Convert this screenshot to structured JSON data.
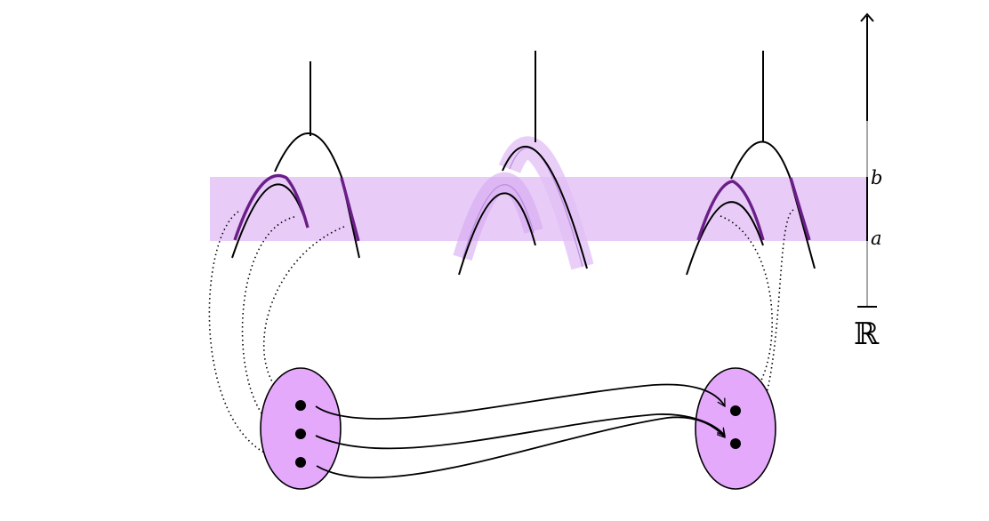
{
  "axis": {
    "label_a": "a",
    "label_b": "b",
    "label_reals": "ℝ"
  },
  "colors": {
    "band": "#e8ccf7",
    "highlight": "#6a1e88",
    "node_fill": "#e5a9fc",
    "shadow": "#c890ea",
    "ink": "#000000"
  }
}
